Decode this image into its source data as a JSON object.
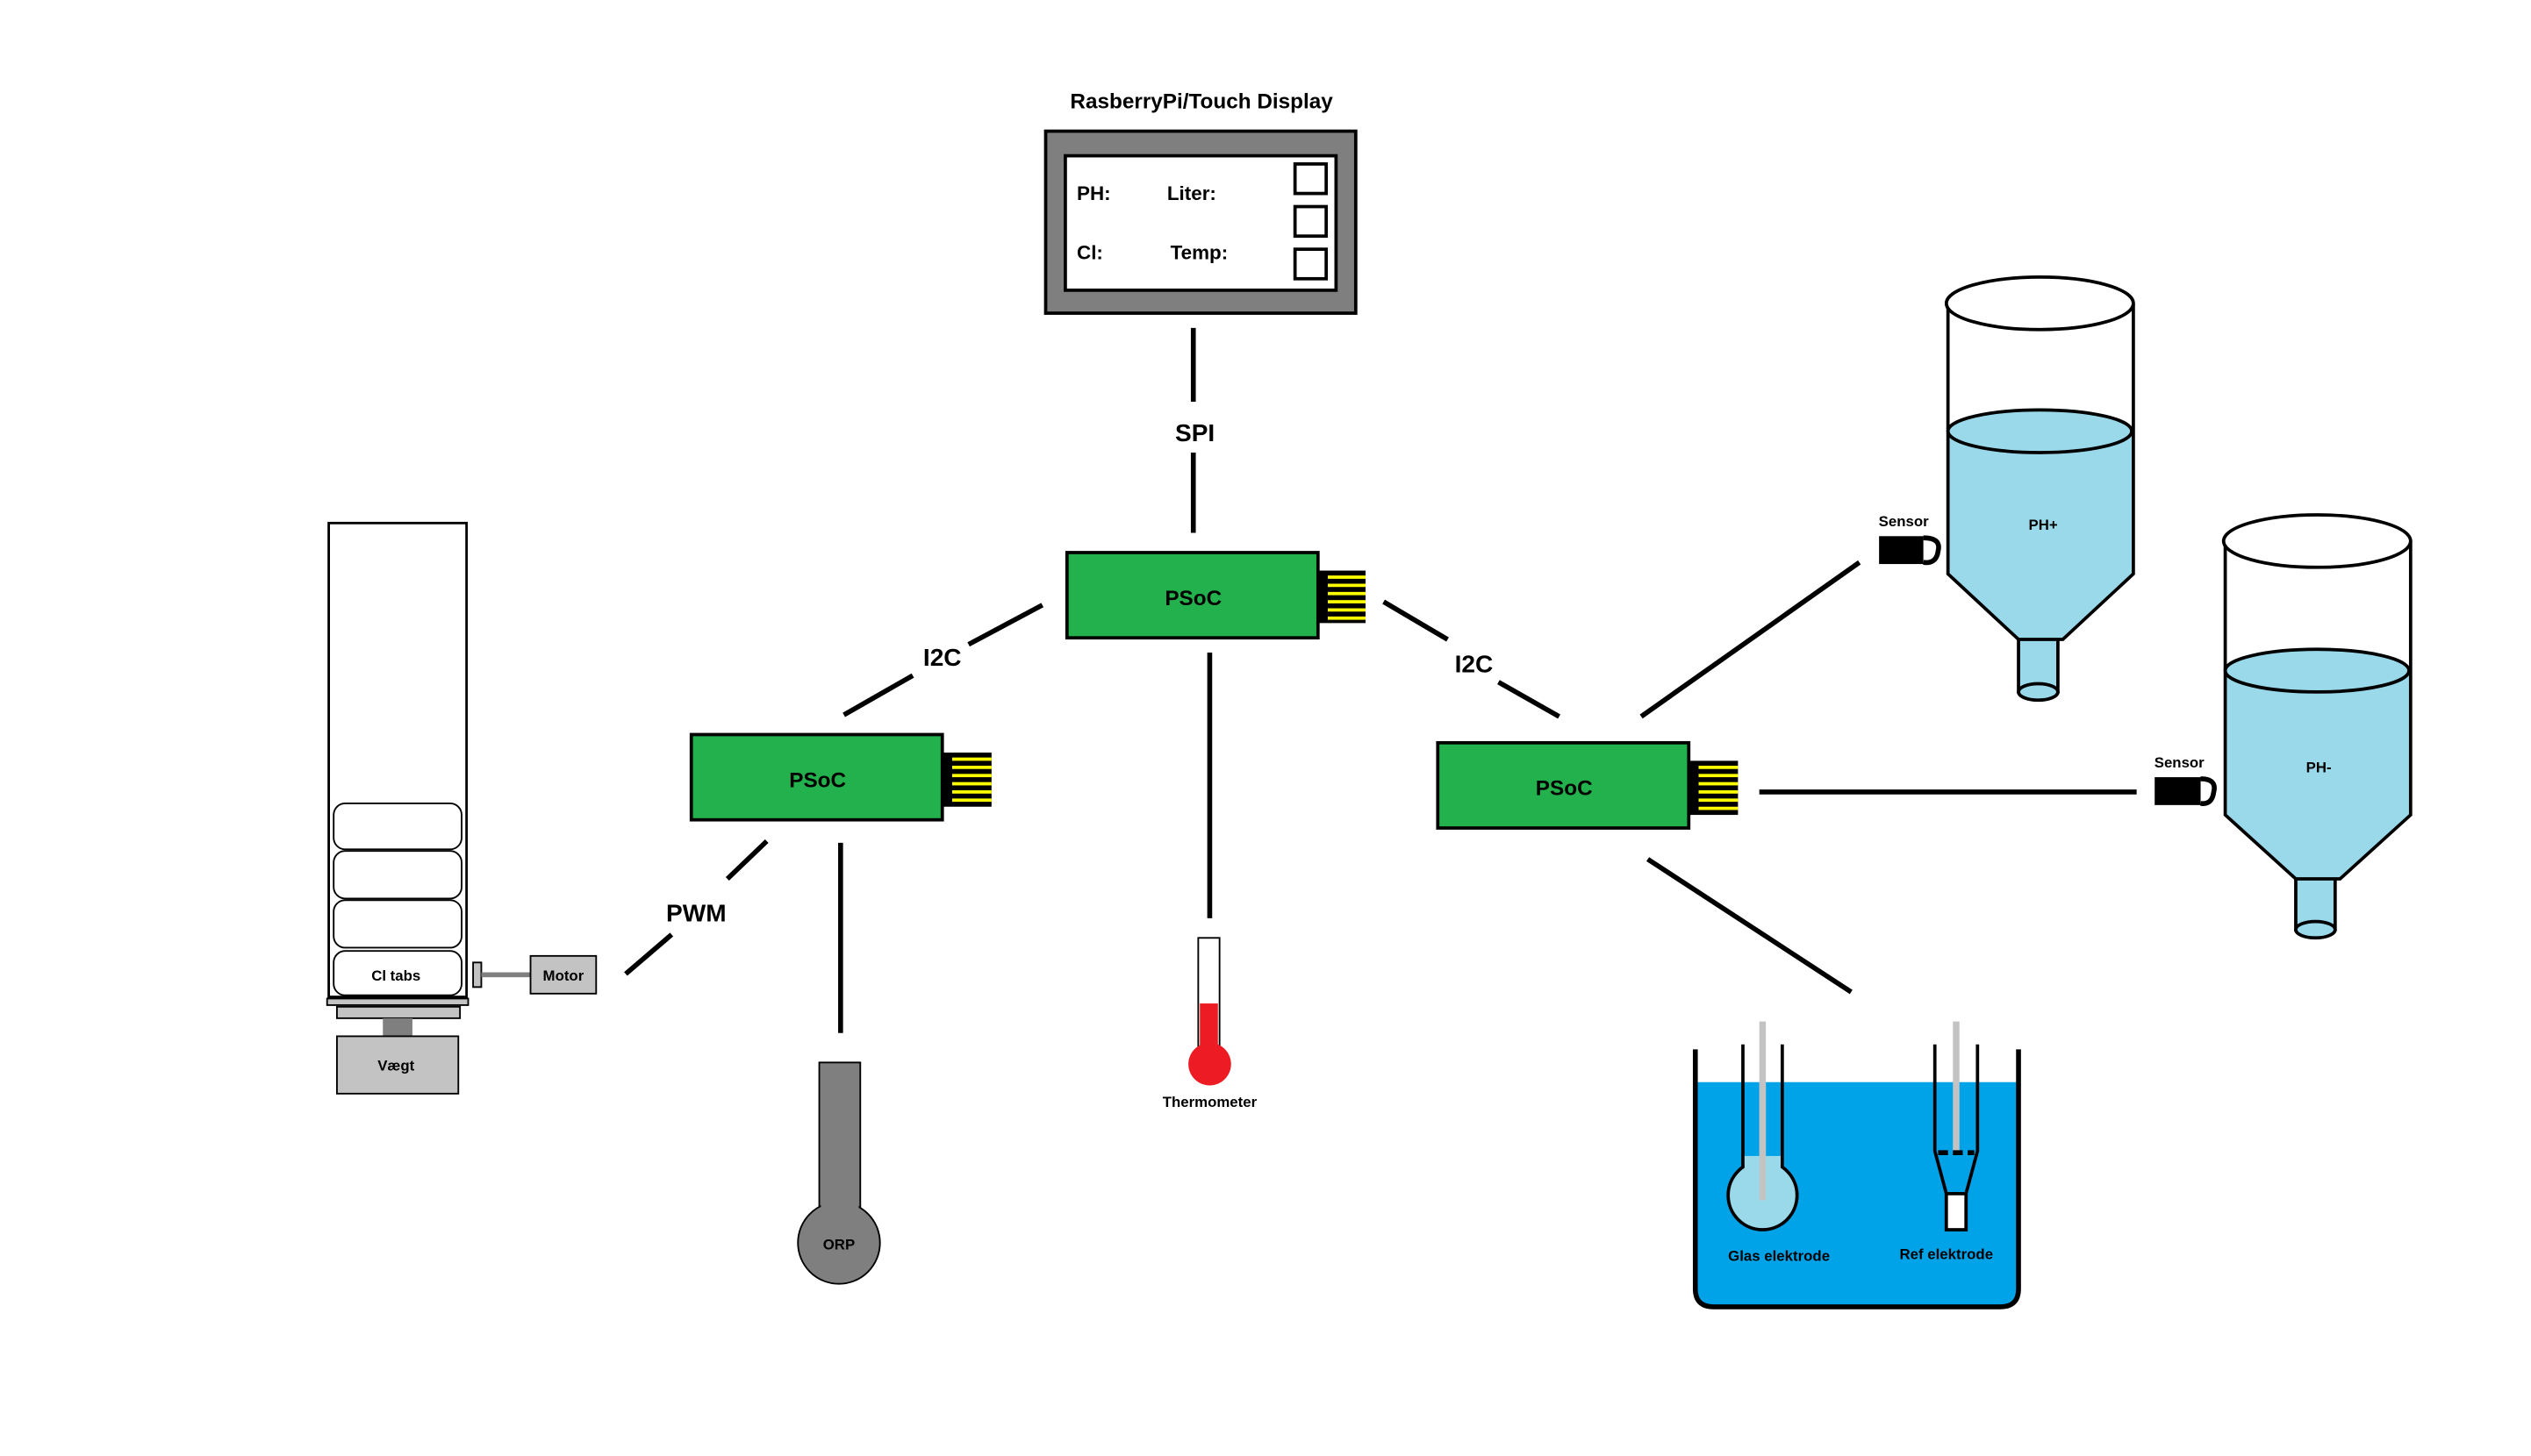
{
  "display": {
    "title": "RasberryPi/Touch Display",
    "ph_label": "PH:",
    "liter_label": "Liter:",
    "cl_label": "Cl:",
    "temp_label": "Temp:"
  },
  "links": {
    "spi": "SPI",
    "i2c_left": "I2C",
    "i2c_right": "I2C",
    "pwm": "PWM"
  },
  "psoc": {
    "top": "PSoC",
    "left": "PSoC",
    "right": "PSoC"
  },
  "doser": {
    "cl_tabs": "Cl tabs",
    "motor": "Motor",
    "scale": "Vægt"
  },
  "sensors": {
    "orp": "ORP",
    "thermometer": "Thermometer",
    "sensor_ph_plus": "Sensor",
    "sensor_ph_minus": "Sensor",
    "glass_electrode": "Glas elektrode",
    "ref_electrode": "Ref elektrode"
  },
  "tanks": {
    "ph_plus": "PH+",
    "ph_minus": "PH-"
  },
  "colors": {
    "psoc_green": "#22b14c",
    "pin_yellow": "#ffff00",
    "water_light": "#99d9ea",
    "water_blue": "#00a2e8",
    "thermo_red": "#ed1c24",
    "frame_gray": "#7f7f7f",
    "probe_gray": "#7f7f7f",
    "box_gray": "#c3c3c3"
  }
}
